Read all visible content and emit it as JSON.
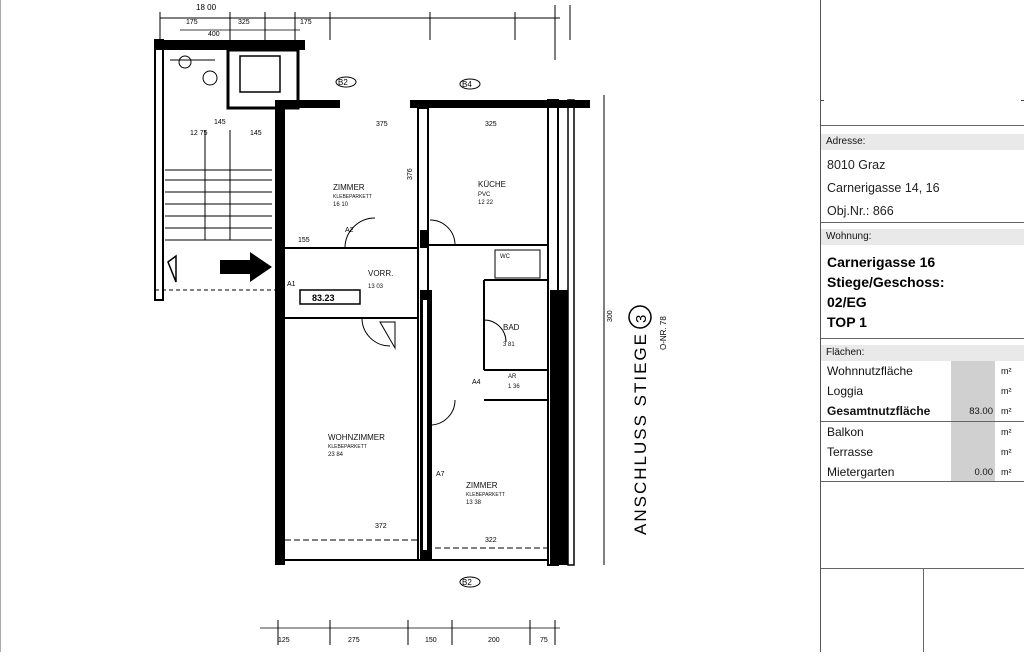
{
  "plan": {
    "dims_top": [
      "18 00",
      "175",
      "325",
      "175",
      "400"
    ],
    "dims_bottom": [
      "125",
      "275",
      "150",
      "200",
      "75"
    ],
    "rooms": [
      {
        "name": "ZIMMER",
        "sub": "KLEBEPARKETT",
        "area": "16 10"
      },
      {
        "name": "KÜCHE",
        "sub": "PVC",
        "area": "12 22"
      },
      {
        "name": "VORR.",
        "sub": "",
        "area": "13 03"
      },
      {
        "name": "BAD",
        "sub": "",
        "area": "3 81"
      },
      {
        "name": "WC",
        "sub": "",
        "area": ""
      },
      {
        "name": "AR",
        "sub": "",
        "area": "1 36"
      },
      {
        "name": "WOHNZIMMER",
        "sub": "KLEBEPARKETT",
        "area": "23 84"
      },
      {
        "name": "ZIMMER",
        "sub": "KLEBEPARKETT",
        "area": "13 38"
      }
    ],
    "total_box": "83.23",
    "stair_label": "ANSCHLUSS  STIEGE",
    "stair_number": "3",
    "stair_ref": "O-NR. 78",
    "dim_misc": [
      "375",
      "325",
      "376",
      "372",
      "322",
      "155",
      "12 75",
      "145",
      "145",
      "300"
    ],
    "marks": [
      "B2",
      "B4",
      "B2",
      "A2",
      "A1",
      "A4",
      "A7"
    ]
  },
  "panel": {
    "address_head": "Adresse:",
    "address_lines": [
      "8010 Graz",
      "Carnerigasse 14, 16",
      "Obj.Nr.: 866"
    ],
    "unit_head": "Wohnung:",
    "unit_lines": [
      "Carnerigasse 16",
      "Stiege/Geschoss:",
      "02/EG",
      "TOP 1"
    ],
    "areas_head": "Flächen:",
    "areas": [
      {
        "label": "Wohnnutzfläche",
        "value": "",
        "unit": "m²",
        "bold": false
      },
      {
        "label": "Loggia",
        "value": "",
        "unit": "m²",
        "bold": false
      },
      {
        "label": "Gesamtnutzfläche",
        "value": "83.00",
        "unit": "m²",
        "bold": true
      },
      {
        "label": "Balkon",
        "value": "",
        "unit": "m²",
        "bold": false
      },
      {
        "label": "Terrasse",
        "value": "",
        "unit": "m²",
        "bold": false
      },
      {
        "label": "Mietergarten",
        "value": "0.00",
        "unit": "m²",
        "bold": false
      }
    ]
  }
}
